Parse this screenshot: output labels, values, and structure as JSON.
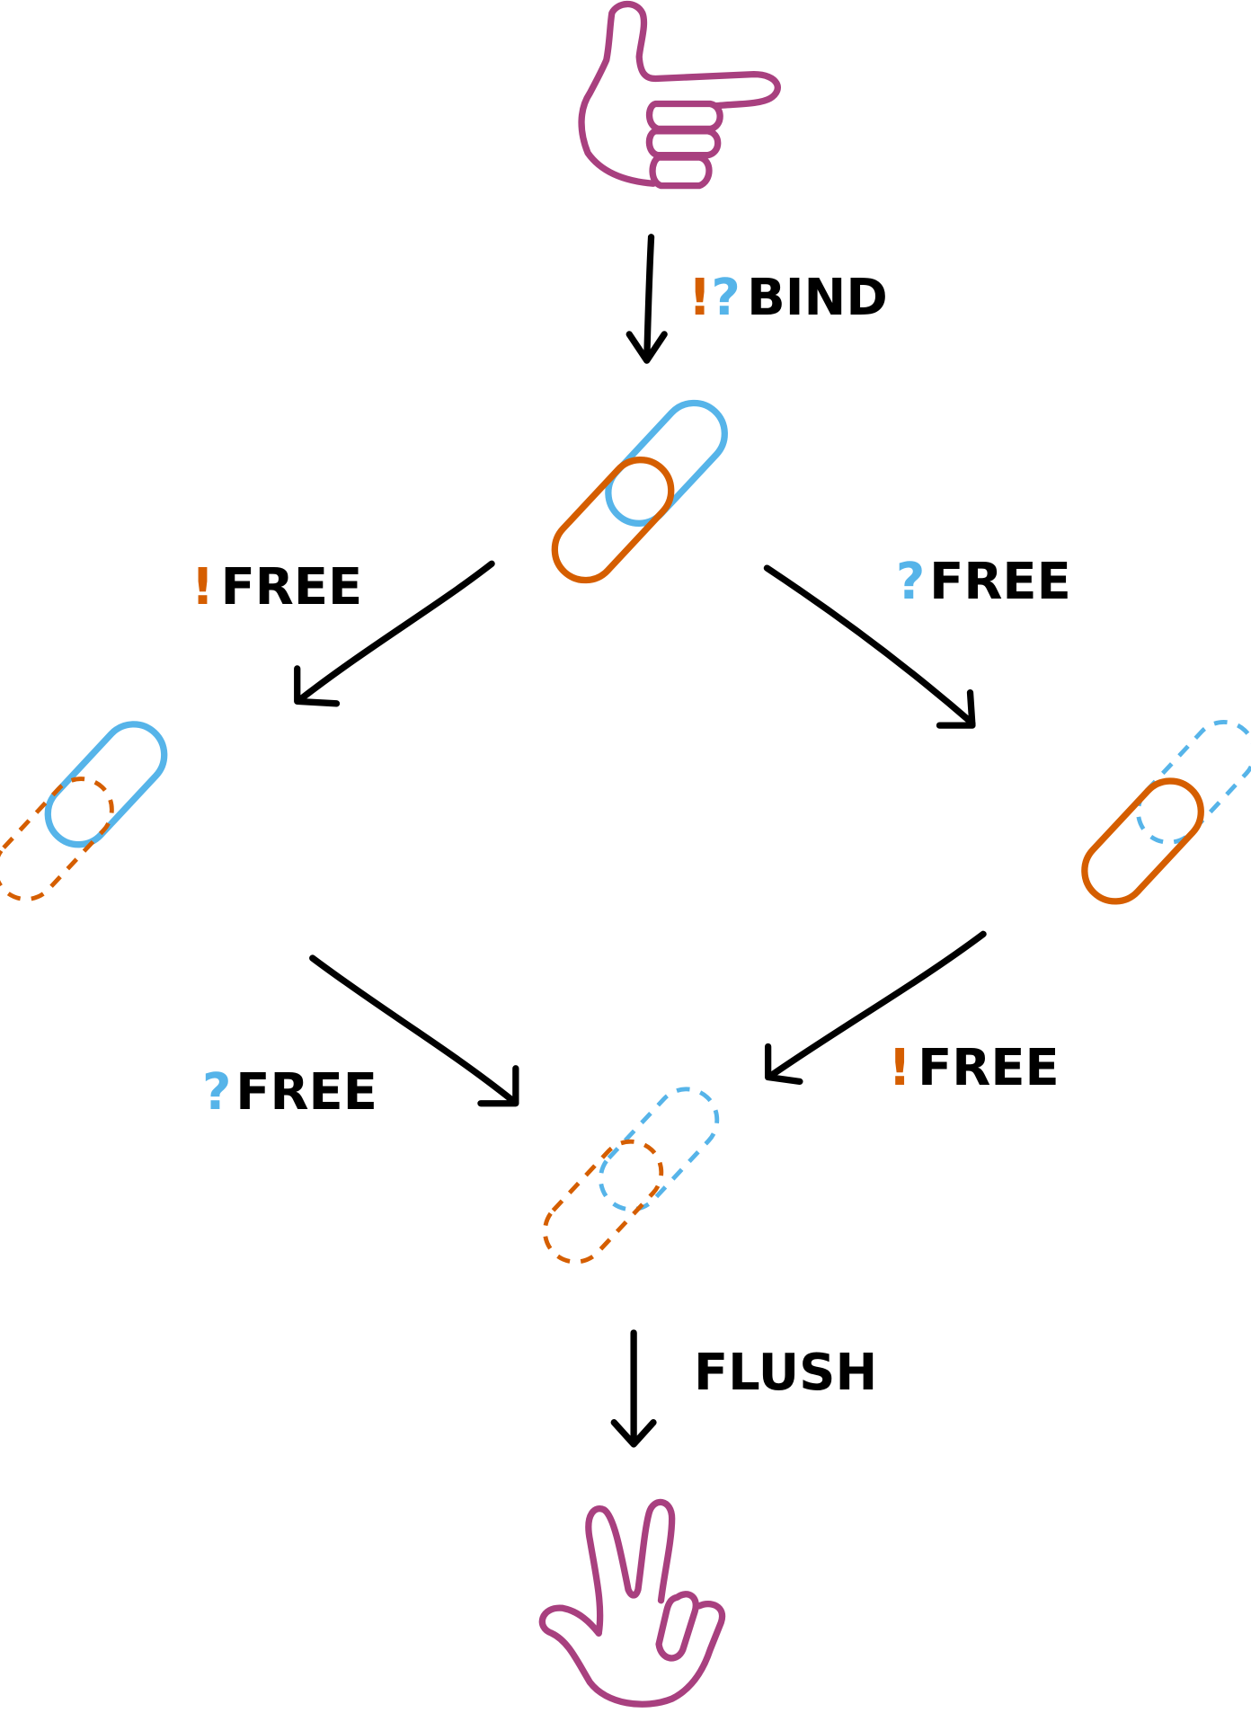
{
  "colors": {
    "exclusive": "#d55e00",
    "shared": "#56b4e9",
    "hand": "#a8407f",
    "ink": "#000000"
  },
  "icons": [
    "pointing-hand-icon",
    "chain-link-icon",
    "victory-hand-icon"
  ],
  "edges": {
    "bind": {
      "prefix_excl": "!",
      "prefix_shared": "?",
      "label": "BIND"
    },
    "left_free_excl": {
      "prefix": "!",
      "label": "FREE"
    },
    "right_free_shared": {
      "prefix": "?",
      "label": "FREE"
    },
    "left_free_shared": {
      "prefix": "?",
      "label": "FREE"
    },
    "right_free_excl": {
      "prefix": "!",
      "label": "FREE"
    },
    "flush": {
      "label": "FLUSH"
    }
  }
}
